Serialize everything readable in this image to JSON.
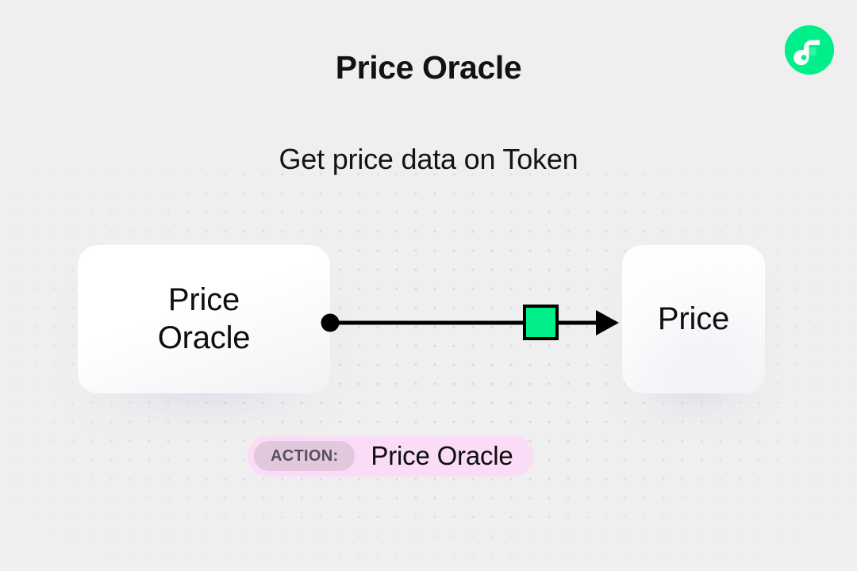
{
  "header": {
    "title": "Price Oracle",
    "subtitle": "Get price data on Token",
    "logo_icon": "flow-logo-icon"
  },
  "diagram": {
    "source_node": {
      "label_line1": "Price",
      "label_line2": "Oracle",
      "output_port_icon": "output-port-dot-icon"
    },
    "target_node": {
      "label": "Price"
    },
    "edge": {
      "marker_icon": "edge-marker-square-icon",
      "arrow_icon": "arrow-right-icon"
    }
  },
  "action_badge": {
    "tag": "ACTION:",
    "value": "Price Oracle"
  },
  "colors": {
    "background": "#efeff0",
    "brand_green": "#00ef8b",
    "brand_green_light": "#2bf79f",
    "edge_black": "#000000",
    "badge_pink": "#fbdcf6",
    "badge_tag_pink": "#e2c8dd",
    "grid_dot": "#d8d8da"
  }
}
